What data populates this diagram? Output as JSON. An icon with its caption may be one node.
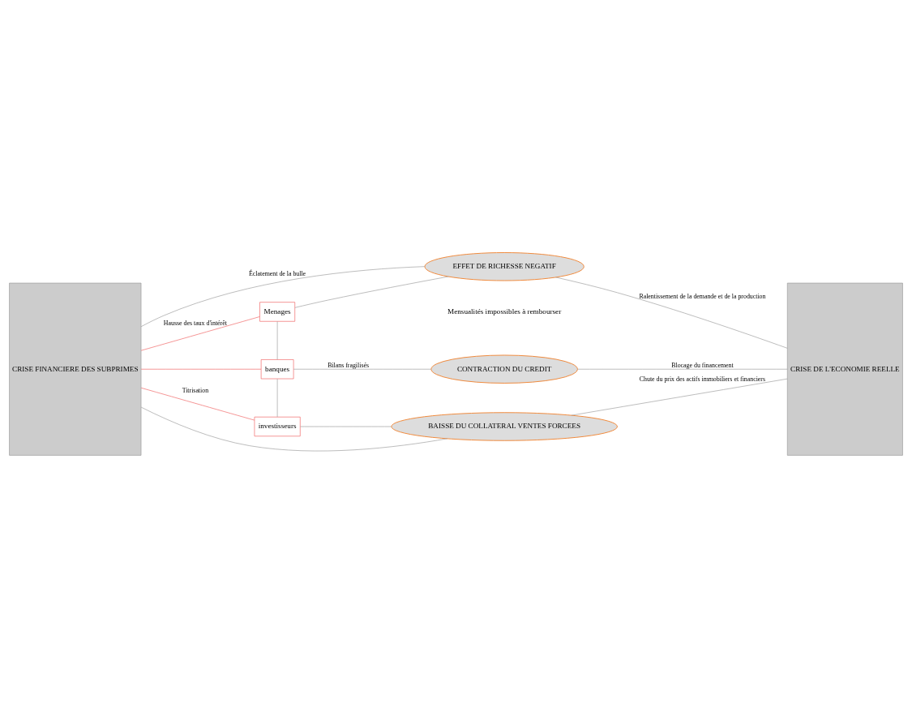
{
  "diagram": {
    "nodes": [
      {
        "text": [
          "CRISE FINANCIERE DES SUBPRIMES"
        ]
      },
      {
        "text": [
          "EFFET DE RICHESSE NEGATIF"
        ]
      },
      {
        "text": [
          "Menages"
        ]
      },
      {
        "text": [
          "banques"
        ]
      },
      {
        "text": [
          "investisseurs"
        ]
      },
      {
        "text": [
          "CONTRACTION DU CREDIT"
        ]
      },
      {
        "text": [
          "BAISSE DU COLLATERAL VENTES FORCEES"
        ]
      },
      {
        "text": [
          "CRISE DE L'ECONOMIE REELLE"
        ]
      }
    ],
    "edges": [
      {
        "from": 0,
        "to": 1,
        "arrow": "none",
        "label": "Éclatement de la bulle"
      },
      {
        "from": 0,
        "to": 2,
        "arrow": "none",
        "color": "#f06060",
        "label": "Hausse des taux d'intérêt"
      },
      {
        "from": 0,
        "to": 3,
        "arrow": "none",
        "color": "#f06060"
      },
      {
        "from": 0,
        "to": 4,
        "arrow": "none",
        "color": "#f06060",
        "label": "Titrisation"
      },
      {
        "from": 0,
        "to": 6,
        "arrow": "none"
      },
      {
        "from": 1,
        "to": 2,
        "arrow": "none"
      },
      {
        "from": 2,
        "to": 3,
        "arrow": "none"
      },
      {
        "from": 3,
        "to": 4,
        "arrow": "none"
      },
      {
        "from": 4,
        "to": 6,
        "arrow": "none"
      },
      {
        "from": 3,
        "to": 5,
        "arrow": "none",
        "label": "Bilans fragilisés"
      },
      {
        "from": 1,
        "to": 7,
        "arrow": "none",
        "label": "Ralentissement de la demande et de la production"
      },
      {
        "from": 5,
        "to": 7,
        "arrow": "none",
        "label": "Blocage du financement"
      },
      {
        "from": 6,
        "to": 7,
        "arrow": "none",
        "label": "Chute du prix des actifs immobiliers et financiers"
      }
    ],
    "labels": [
      "Mensualités impossibles à rembourser"
    ]
  }
}
